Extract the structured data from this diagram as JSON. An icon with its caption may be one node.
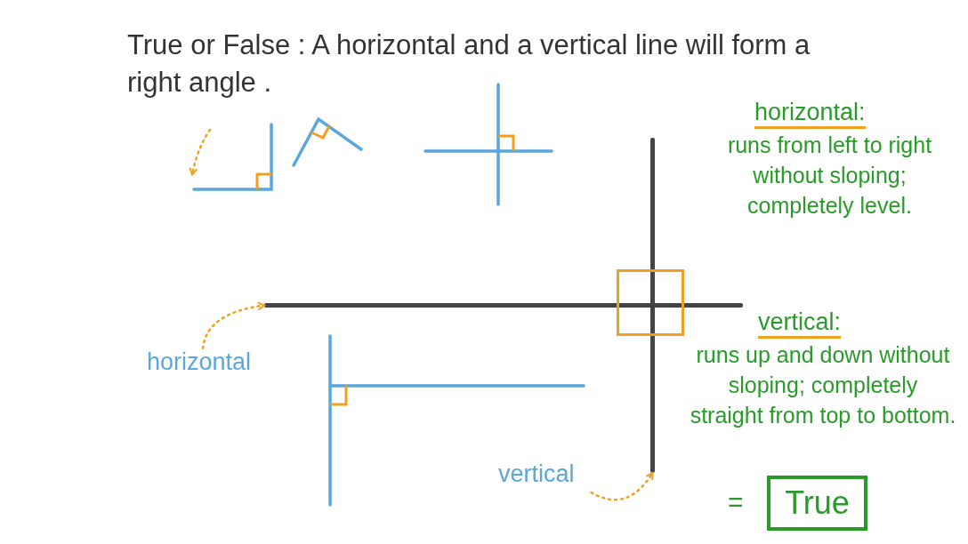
{
  "diagram": {
    "title": "True or False : A horizontal and a vertical line will form a right angle .",
    "nodes": [
      {
        "text": [
          "horizontal"
        ]
      },
      {
        "text": [],
        "shape": "line"
      },
      {
        "text": [
          "vertical"
        ]
      },
      {
        "text": [],
        "shape": "line"
      },
      {
        "text": [],
        "shape": "angle"
      },
      {
        "text": [
          "True"
        ]
      },
      {
        "text": [],
        "shape": "box"
      }
    ],
    "edges": [
      {
        "from": 0,
        "to": 1,
        "arrow": "to",
        "style": "dashed"
      },
      {
        "from": 2,
        "to": 3,
        "arrow": "to",
        "style": "dashed"
      },
      {
        "from": null,
        "to": 4,
        "arrow": "to",
        "style": "dashed"
      }
    ],
    "labels": [
      "horizontal:",
      "runs from left to right without sloping; completely level.",
      "vertical:",
      "runs up and down without sloping; completely straight from top to bottom.",
      "="
    ]
  }
}
